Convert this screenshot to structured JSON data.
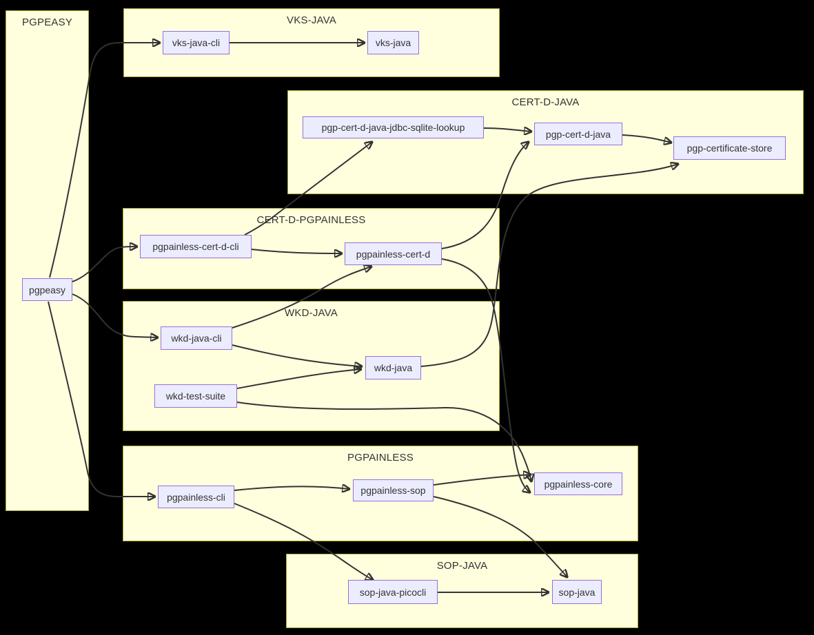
{
  "diagram": {
    "kind": "dependency-graph",
    "background_color": "#000000",
    "subgraph_fill": "#ffffde",
    "subgraph_stroke": "#aaaa33",
    "node_fill": "#ececff",
    "node_stroke": "#9370db",
    "edge_color": "#333333",
    "text_color": "#333333"
  },
  "groups": {
    "pgpeasy": {
      "title": "PGPEASY",
      "contains": [
        "pgpeasy"
      ]
    },
    "vks_java": {
      "title": "VKS-JAVA",
      "contains": [
        "vks-java-cli",
        "vks-java"
      ]
    },
    "cert_d_java": {
      "title": "CERT-D-JAVA",
      "contains": [
        "pgp-cert-d-java-jdbc-sqlite-lookup",
        "pgp-cert-d-java",
        "pgp-certificate-store"
      ]
    },
    "cert_d_pgpainless": {
      "title": "CERT-D-PGPAINLESS",
      "contains": [
        "pgpainless-cert-d-cli",
        "pgpainless-cert-d"
      ]
    },
    "wkd_java": {
      "title": "WKD-JAVA",
      "contains": [
        "wkd-java-cli",
        "wkd-test-suite",
        "wkd-java"
      ]
    },
    "pgpainless": {
      "title": "PGPAINLESS",
      "contains": [
        "pgpainless-cli",
        "pgpainless-sop",
        "pgpainless-core"
      ]
    },
    "sop_java": {
      "title": "SOP-JAVA",
      "contains": [
        "sop-java-picocli",
        "sop-java"
      ]
    }
  },
  "nodes": {
    "pgpeasy": {
      "label": "pgpeasy"
    },
    "vks_java_cli": {
      "label": "vks-java-cli"
    },
    "vks_java": {
      "label": "vks-java"
    },
    "pgp_cert_d_java_jdbc_sqlite_lookup": {
      "label": "pgp-cert-d-java-jdbc-sqlite-lookup"
    },
    "pgp_cert_d_java": {
      "label": "pgp-cert-d-java"
    },
    "pgp_certificate_store": {
      "label": "pgp-certificate-store"
    },
    "pgpainless_cert_d_cli": {
      "label": "pgpainless-cert-d-cli"
    },
    "pgpainless_cert_d": {
      "label": "pgpainless-cert-d"
    },
    "wkd_java_cli": {
      "label": "wkd-java-cli"
    },
    "wkd_test_suite": {
      "label": "wkd-test-suite"
    },
    "wkd_java": {
      "label": "wkd-java"
    },
    "pgpainless_cli": {
      "label": "pgpainless-cli"
    },
    "pgpainless_sop": {
      "label": "pgpainless-sop"
    },
    "pgpainless_core": {
      "label": "pgpainless-core"
    },
    "sop_java_picocli": {
      "label": "sop-java-picocli"
    },
    "sop_java": {
      "label": "sop-java"
    }
  },
  "edges": [
    {
      "from": "pgpeasy",
      "to": "vks-java-cli"
    },
    {
      "from": "pgpeasy",
      "to": "pgpainless-cert-d-cli"
    },
    {
      "from": "pgpeasy",
      "to": "wkd-java-cli"
    },
    {
      "from": "pgpeasy",
      "to": "pgpainless-cli"
    },
    {
      "from": "vks-java-cli",
      "to": "vks-java"
    },
    {
      "from": "pgp-cert-d-java-jdbc-sqlite-lookup",
      "to": "pgp-cert-d-java"
    },
    {
      "from": "pgp-cert-d-java",
      "to": "pgp-certificate-store"
    },
    {
      "from": "pgpainless-cert-d-cli",
      "to": "pgp-cert-d-java-jdbc-sqlite-lookup"
    },
    {
      "from": "pgpainless-cert-d-cli",
      "to": "pgpainless-cert-d"
    },
    {
      "from": "pgpainless-cert-d",
      "to": "pgp-cert-d-java"
    },
    {
      "from": "pgpainless-cert-d",
      "to": "pgpainless-core"
    },
    {
      "from": "wkd-java-cli",
      "to": "pgpainless-cert-d"
    },
    {
      "from": "wkd-java-cli",
      "to": "wkd-java"
    },
    {
      "from": "wkd-test-suite",
      "to": "wkd-java"
    },
    {
      "from": "wkd-test-suite",
      "to": "pgpainless-core"
    },
    {
      "from": "wkd-java",
      "to": "pgp-certificate-store"
    },
    {
      "from": "pgpainless-cli",
      "to": "pgpainless-sop"
    },
    {
      "from": "pgpainless-cli",
      "to": "sop-java-picocli"
    },
    {
      "from": "pgpainless-sop",
      "to": "pgpainless-core"
    },
    {
      "from": "pgpainless-sop",
      "to": "sop-java"
    },
    {
      "from": "sop-java-picocli",
      "to": "sop-java"
    }
  ]
}
